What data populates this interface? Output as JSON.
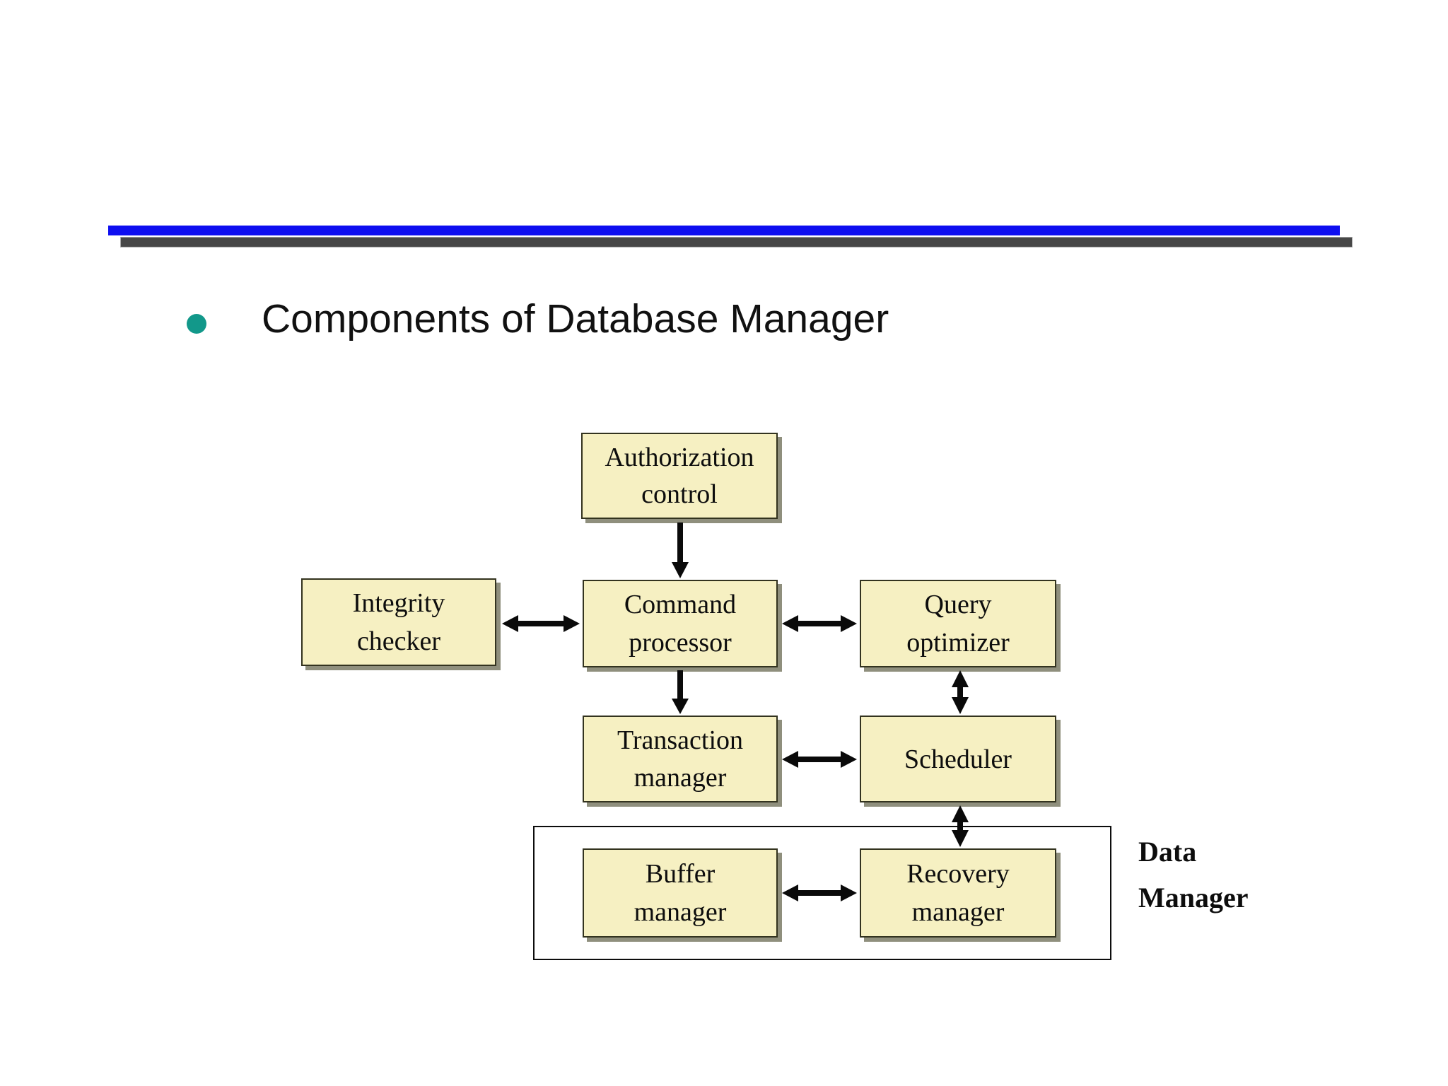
{
  "slide": {
    "title": "Components of Database Manager"
  },
  "diagram": {
    "boxes": {
      "authorization_control": {
        "line1": "Authorization",
        "line2": "control"
      },
      "integrity_checker": {
        "line1": "Integrity",
        "line2": "checker"
      },
      "command_processor": {
        "line1": "Command",
        "line2": "processor"
      },
      "query_optimizer": {
        "line1": "Query",
        "line2": "optimizer"
      },
      "transaction_manager": {
        "line1": "Transaction",
        "line2": "manager"
      },
      "scheduler": {
        "line1": "Scheduler"
      },
      "buffer_manager": {
        "line1": "Buffer",
        "line2": "manager"
      },
      "recovery_manager": {
        "line1": "Recovery",
        "line2": "manager"
      }
    },
    "group_label": {
      "line1": "Data",
      "line2": "Manager"
    },
    "connections": [
      {
        "from": "Authorization control",
        "to": "Command processor",
        "bidirectional": false
      },
      {
        "from": "Integrity checker",
        "to": "Command processor",
        "bidirectional": true
      },
      {
        "from": "Command processor",
        "to": "Query optimizer",
        "bidirectional": true
      },
      {
        "from": "Command processor",
        "to": "Transaction manager",
        "bidirectional": false
      },
      {
        "from": "Query optimizer",
        "to": "Scheduler",
        "bidirectional": true
      },
      {
        "from": "Transaction manager",
        "to": "Scheduler",
        "bidirectional": true
      },
      {
        "from": "Scheduler",
        "to": "Recovery manager",
        "bidirectional": true
      },
      {
        "from": "Buffer manager",
        "to": "Recovery manager",
        "bidirectional": true
      }
    ]
  },
  "colors": {
    "accent_blue": "#0E0EF0",
    "rule_gray": "#474747",
    "bullet_teal": "#12988A",
    "box_fill": "#F6F0C2",
    "box_border": "#33331F",
    "box_shadow": "#8F8F7D",
    "text": "#0D0D0D"
  }
}
